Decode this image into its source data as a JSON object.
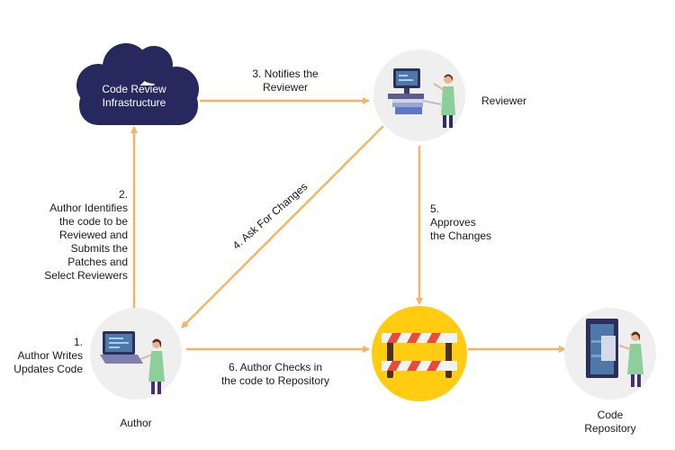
{
  "nodes": {
    "infrastructure": {
      "line1": "Code Review",
      "line2": "Infrastructure"
    },
    "reviewer": {
      "label": "Reviewer"
    },
    "author": {
      "label": "Author"
    },
    "repository": {
      "line1": "Code",
      "line2": "Repository"
    }
  },
  "steps": {
    "s1": {
      "num": "1.",
      "l1": "Author Writes",
      "l2": "Updates Code"
    },
    "s2": {
      "num": "2.",
      "l1": "Author Identifies",
      "l2": "the code to be",
      "l3": "Reviewed and",
      "l4": "Submits the",
      "l5": "Patches and",
      "l6": "Select Reviewers"
    },
    "s3": {
      "l1": "3. Notifies the",
      "l2": "Reviewer"
    },
    "s4": {
      "l1": "4. Ask For Changes"
    },
    "s5": {
      "num": "5.",
      "l1": "Approves",
      "l2": "the Changes"
    },
    "s6": {
      "l1": "6. Author Checks in",
      "l2": "the code to Repository"
    }
  },
  "colors": {
    "arrow": "#f7b26a",
    "cloud": "#26285e",
    "node_bg": "#efefef",
    "barrier_bg": "#ffcc11",
    "skin": "#e9b48f",
    "coat": "#8dcf9a",
    "hair": "#5a2a1a"
  }
}
